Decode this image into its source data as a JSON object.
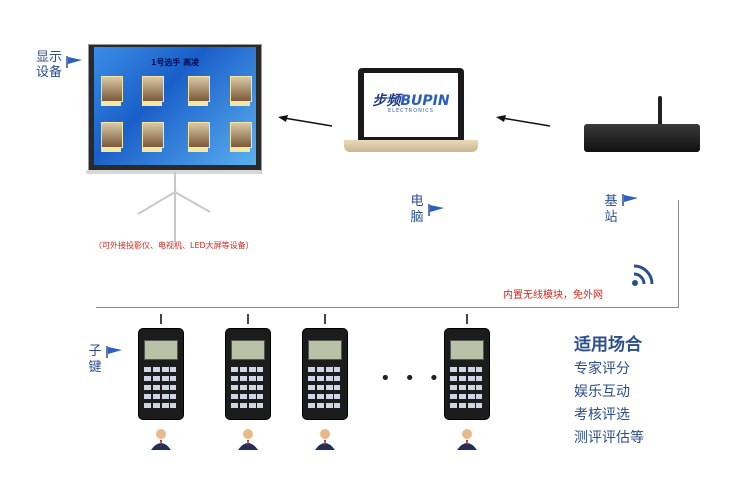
{
  "labels": {
    "display": "显示设备",
    "computer": "电脑",
    "base_station": "基站",
    "sub_keys": "子键",
    "external_note": "（可外接投影仪、电视机、LED大屏等设备）",
    "wireless_note": "内置无线模块，免外网"
  },
  "screen": {
    "title": "1号选手 高凌"
  },
  "brand": {
    "cn": "步频",
    "latin": "BUPIN",
    "sub": "ELECTRONICS"
  },
  "uses": {
    "title": "适用场合",
    "items": [
      "专家评分",
      "娱乐互动",
      "考核评选",
      "测评评估等"
    ]
  },
  "keypad_count_shown": 4,
  "ellipsis": "• • •",
  "colors": {
    "label_blue": "#2b4e8e",
    "note_red": "#d7261e",
    "screen_blue": "#1a5fc9"
  }
}
